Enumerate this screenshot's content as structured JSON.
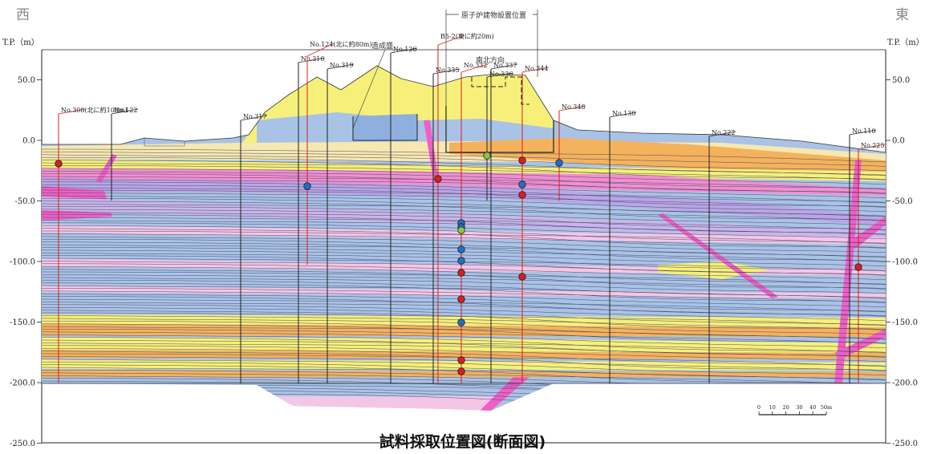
{
  "orientation": {
    "west": "西",
    "east": "東"
  },
  "axis": {
    "unit_label": "T.P.（m）",
    "ticks": [
      {
        "value": 50,
        "label": "50.0"
      },
      {
        "value": 0,
        "label": "0.0"
      },
      {
        "value": -50,
        "label": "-50.0"
      },
      {
        "value": -100,
        "label": "-100.0"
      },
      {
        "value": -150,
        "label": "-150.0"
      },
      {
        "value": -200,
        "label": "-200.0"
      },
      {
        "value": -250,
        "label": "-250.0"
      }
    ]
  },
  "annotations": {
    "reactor_site": "原子炉建物設置位置",
    "fill_soil": "造成盛",
    "ns_direction": "南北方向"
  },
  "boreholes": [
    {
      "label": "No.308(北に約100m)",
      "sampled": true
    },
    {
      "label": "No.122",
      "sampled": false
    },
    {
      "label": "No.317",
      "sampled": false
    },
    {
      "label": "No.316",
      "sampled": false
    },
    {
      "label": "No.124(北に約80m)",
      "sampled": true
    },
    {
      "label": "No.319",
      "sampled": false
    },
    {
      "label": "No.126",
      "sampled": false
    },
    {
      "label": "No.335",
      "sampled": false
    },
    {
      "label": "B5-2(東に約20m)",
      "sampled": true
    },
    {
      "label": "No.332",
      "sampled": true
    },
    {
      "label": "No.336",
      "sampled": false
    },
    {
      "label": "No.337",
      "sampled": false
    },
    {
      "label": "No.344",
      "sampled": true
    },
    {
      "label": "No.348",
      "sampled": true
    },
    {
      "label": "No.130",
      "sampled": false
    },
    {
      "label": "No.222",
      "sampled": false
    },
    {
      "label": "No.110",
      "sampled": false
    },
    {
      "label": "No.225",
      "sampled": true
    }
  ],
  "scale_bar": {
    "ticks": [
      "0",
      "10",
      "20",
      "30",
      "40",
      "50m"
    ]
  },
  "caption": "試料採取位置図(断面図)",
  "legend_colors": {
    "sample_red": "#d81e1e",
    "sample_blue": "#1f6fc4",
    "sample_green": "#8dc63f",
    "layer_yellow": "#f6f07a",
    "layer_orange": "#f4b25c",
    "layer_blue": "#a9c3e6",
    "layer_purple": "#b9a6e6",
    "layer_pink": "#f08fd0",
    "layer_magenta": "#ef5fc6"
  }
}
